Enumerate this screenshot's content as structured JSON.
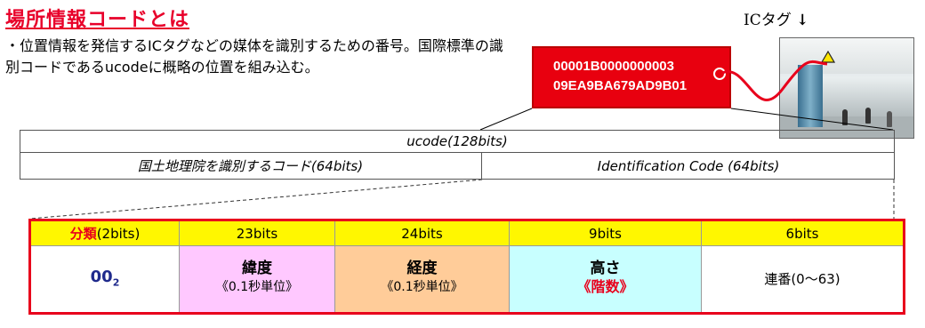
{
  "heading": {
    "title": "場所情報コードとは"
  },
  "description": {
    "text": "・位置情報を発信するICタグなどの媒体を識別するための番号。国際標準の識別コードであるucodeに概略の位置を組み込む。"
  },
  "ic_tag": {
    "label": "ICタグ",
    "arrow": "↓"
  },
  "code_sample": {
    "line1": "00001B0000000003",
    "line2": "09EA9BA679AD9B01"
  },
  "ucode": {
    "top_label": "ucode(128bits)",
    "left_label": "国土地理院を識別するコード(64bits)",
    "right_label": "Identification Code (64bits)"
  },
  "bits_table": {
    "headers": [
      {
        "main": "分類",
        "extra": "(2bits)"
      },
      {
        "main": "23bits"
      },
      {
        "main": "24bits"
      },
      {
        "main": "9bits"
      },
      {
        "main": "6bits"
      }
    ],
    "classification": {
      "value": "00",
      "subscript": "2"
    },
    "latitude": {
      "label": "緯度",
      "sub": "《0.1秒単位》"
    },
    "longitude": {
      "label": "経度",
      "sub": "《0.1秒単位》"
    },
    "height": {
      "label": "高さ",
      "sub": "《階数》"
    },
    "serial": {
      "label": "連番(0〜63)"
    }
  },
  "colors": {
    "accent_red": "#e8001c",
    "header_yellow": "#fff700",
    "lat_pink": "#ffc8ff",
    "lon_orange": "#ffcc99",
    "height_cyan": "#c8ffff",
    "class_blue": "#1f2a8c"
  }
}
